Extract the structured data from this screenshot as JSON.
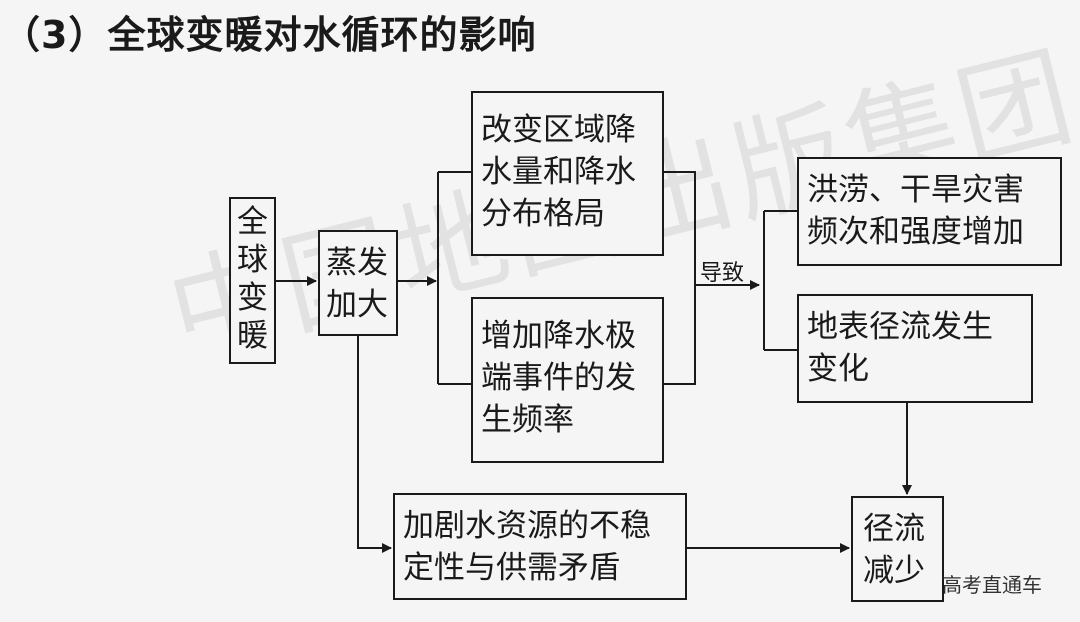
{
  "title": "（3）全球变暖对水循环的影响",
  "watermark": "中国地图出版集团",
  "boxes": {
    "global_warming": "全\n球\n变\n暖",
    "evaporation": "蒸发\n加大",
    "change_precip": "改变区域降\n水量和降水\n分布格局",
    "extreme_events": "增加降水极\n端事件的发\n生频率",
    "flood_drought": "洪涝、干旱灾害\n频次和强度增加",
    "surface_runoff": "地表径流发生\n变化",
    "water_conflict": "加剧水资源的不稳\n定性与供需矛盾",
    "runoff_reduce": "径流\n减少"
  },
  "label_cause": "导致",
  "brand": "高考直通车"
}
